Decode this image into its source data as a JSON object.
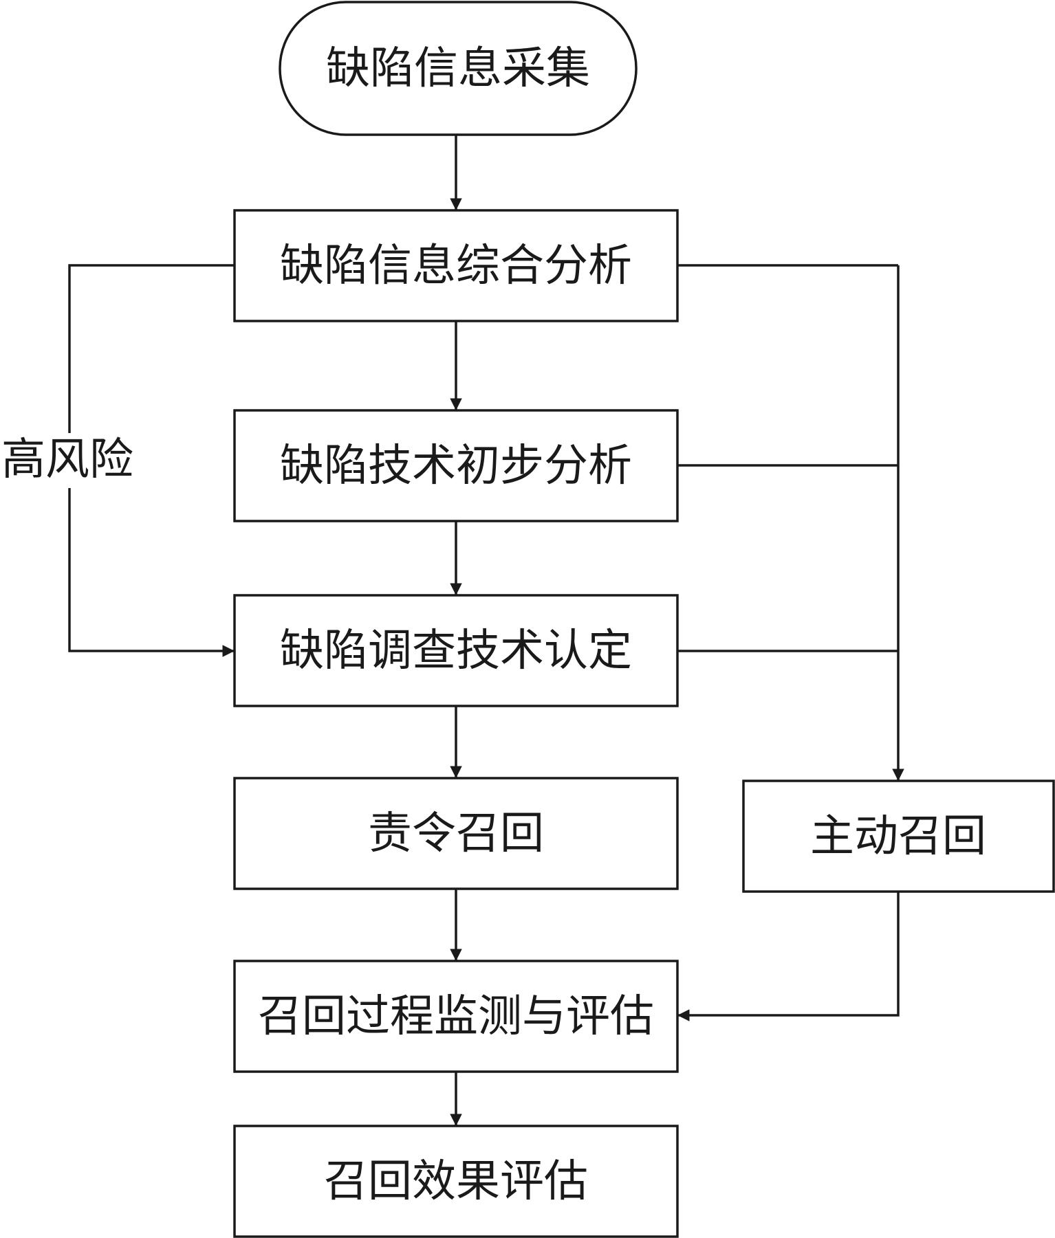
{
  "diagram": {
    "type": "flowchart",
    "nodes": {
      "collect": {
        "label": "缺陷信息采集",
        "shape": "terminal"
      },
      "comprehensive": {
        "label": "缺陷信息综合分析",
        "shape": "process"
      },
      "preliminary": {
        "label": "缺陷技术初步分析",
        "shape": "process"
      },
      "investigation": {
        "label": "缺陷调查技术认定",
        "shape": "process"
      },
      "mandatory_recall": {
        "label": "责令召回",
        "shape": "process"
      },
      "voluntary_recall": {
        "label": "主动召回",
        "shape": "process"
      },
      "monitoring": {
        "label": "召回过程监测与评估",
        "shape": "process"
      },
      "effect_eval": {
        "label": "召回效果评估",
        "shape": "process"
      }
    },
    "edges": [
      {
        "from": "collect",
        "to": "comprehensive"
      },
      {
        "from": "comprehensive",
        "to": "preliminary"
      },
      {
        "from": "preliminary",
        "to": "investigation"
      },
      {
        "from": "investigation",
        "to": "mandatory_recall"
      },
      {
        "from": "mandatory_recall",
        "to": "monitoring"
      },
      {
        "from": "monitoring",
        "to": "effect_eval"
      },
      {
        "from": "comprehensive",
        "to": "investigation",
        "label": "高风险"
      },
      {
        "from": "comprehensive",
        "to": "voluntary_recall"
      },
      {
        "from": "preliminary",
        "to": "voluntary_recall"
      },
      {
        "from": "investigation",
        "to": "voluntary_recall"
      },
      {
        "from": "voluntary_recall",
        "to": "monitoring"
      }
    ],
    "side_label": "高风险"
  }
}
